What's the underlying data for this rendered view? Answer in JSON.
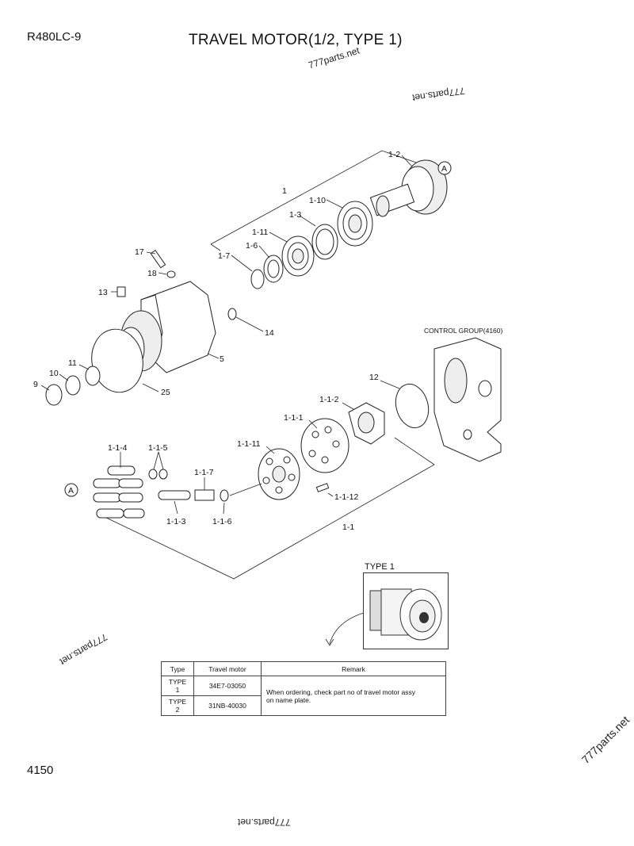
{
  "header": {
    "model": "R480LC-9",
    "title": "TRAVEL MOTOR(1/2, TYPE 1)"
  },
  "footer": {
    "page_number": "4150"
  },
  "watermark": "777parts.net",
  "callouts": [
    "1-2",
    "1",
    "1-10",
    "1-3",
    "1-11",
    "1-6",
    "1-7",
    "17",
    "18",
    "13",
    "14",
    "5",
    "11",
    "10",
    "9",
    "25",
    "12",
    "1-1-2",
    "1-1-1",
    "1-1-11",
    "1-1-4",
    "1-1-5",
    "1-1-7",
    "1-1-3",
    "1-1-6",
    "1-1-12",
    "1-1"
  ],
  "reference_marks": {
    "A_top": "A",
    "A_left": "A"
  },
  "control_group_label": "CONTROL GROUP(4160)",
  "type_inset_label": "TYPE 1",
  "remark_table": {
    "headers": [
      "Type",
      "Travel motor",
      "Remark"
    ],
    "rows": [
      {
        "type": "TYPE 1",
        "motor": "34E7-03050"
      },
      {
        "type": "TYPE 2",
        "motor": "31NB-40030"
      }
    ],
    "remark_line1": "When ordering, check part no of travel motor assy",
    "remark_line2": "on name plate."
  }
}
